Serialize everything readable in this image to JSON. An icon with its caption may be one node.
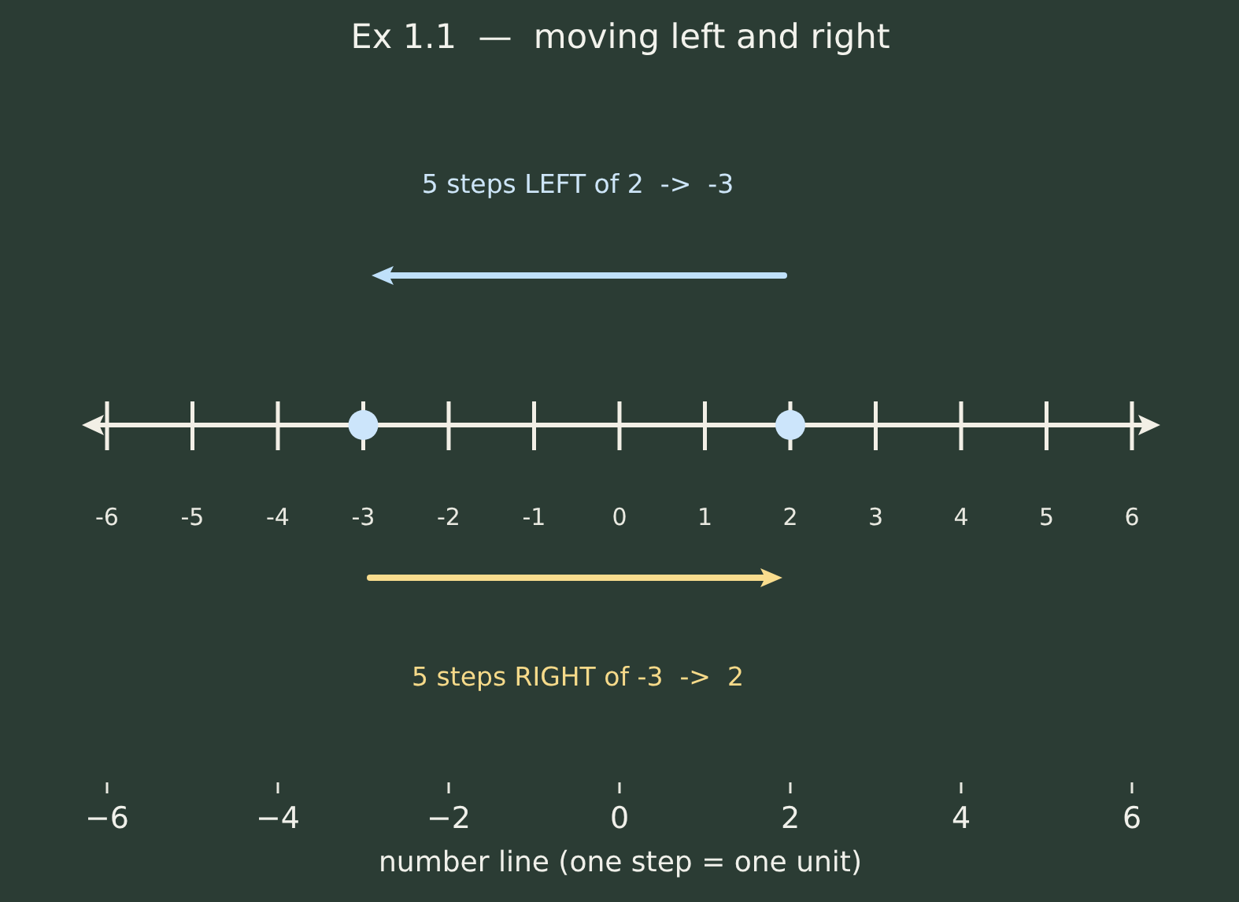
{
  "diagram": {
    "title": "Ex 1.1  —  moving left and right",
    "labels": [
      "5 steps LEFT of 2  ->  -3",
      "-6",
      "-5",
      "-4",
      "-3",
      "-2",
      "-1",
      "0",
      "1",
      "2",
      "3",
      "4",
      "5",
      "6",
      "5 steps RIGHT of -3  ->  2",
      "−6",
      "−4",
      "−2",
      "0",
      "2",
      "4",
      "6",
      "number line (one step = one unit)"
    ]
  }
}
